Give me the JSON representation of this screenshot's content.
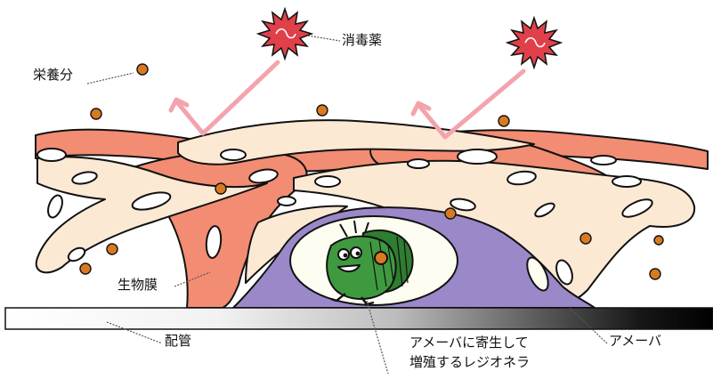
{
  "labels": {
    "disinfectant": "消毒薬",
    "nutrient": "栄養分",
    "biofilm": "生物膜",
    "pipe": "配管",
    "amoeba": "アメーバ",
    "legionella_line1": "アメーバに寄生して",
    "legionella_line2": "増殖するレジオネラ"
  },
  "colors": {
    "biofilm_salmon": "#f28c72",
    "biofilm_cream": "#fbe9d4",
    "amoeba_purple": "#9a88c8",
    "nucleus_white": "#fdfdf2",
    "bacterium_green": "#3f9a3f",
    "disinfectant_red": "#e0404a",
    "arrow_pink": "#f4a3ad",
    "nutrient_orange": "#d97a22",
    "outline": "#111111"
  }
}
